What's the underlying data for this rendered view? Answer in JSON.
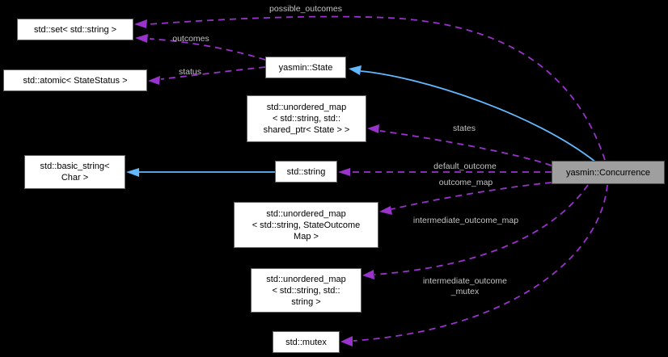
{
  "colors": {
    "background": "#000000",
    "usage_edge": "#9a32cd",
    "inheritance_edge": "#63b8ff",
    "node_fill": "#ffffff",
    "node_border": "#636363",
    "highlight_node_fill": "#9f9f9f",
    "edge_label_text": "#c4c4c4",
    "node_text": "#000000"
  },
  "nodes": {
    "std_set": {
      "label": "std::set< std::string >"
    },
    "std_atomic": {
      "label": "std::atomic< StateStatus >"
    },
    "yasmin_state": {
      "label": "yasmin::State"
    },
    "map_states": {
      "label": "std::unordered_map\n< std::string, std::\nshared_ptr< State > >"
    },
    "basic_string": {
      "label": "std::basic_string<\nChar >"
    },
    "std_string": {
      "label": "std::string"
    },
    "map_outcomes": {
      "label": "std::unordered_map\n< std::string, StateOutcome\nMap >"
    },
    "map_strings": {
      "label": "std::unordered_map\n< std::string, std::\nstring >"
    },
    "std_mutex": {
      "label": "std::mutex"
    },
    "concurrence": {
      "label": "yasmin::Concurrence"
    }
  },
  "edge_labels": {
    "possible_outcomes": "possible_outcomes",
    "outcomes": "outcomes",
    "status": "status",
    "states": "states",
    "default_outcome": "default_outcome",
    "outcome_map": "outcome_map",
    "intermediate_outcome_map": "intermediate_outcome_map",
    "intermediate_outcome_mutex": "intermediate_outcome\n_mutex"
  }
}
